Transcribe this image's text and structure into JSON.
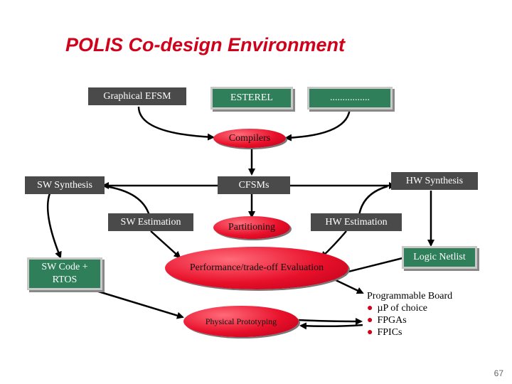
{
  "title": "POLIS Co-design Environment",
  "nodes": {
    "graphical_efsm": "Graphical EFSM",
    "esterel": "ESTEREL",
    "dots": "................",
    "compilers": "Compilers",
    "sw_synthesis": "SW Synthesis",
    "cfsms": "CFSMs",
    "hw_synthesis": "HW Synthesis",
    "sw_estimation": "SW Estimation",
    "partitioning": "Partitioning",
    "hw_estimation": "HW Estimation",
    "sw_code_line1": "SW Code +",
    "sw_code_line2": "RTOS",
    "logic_netlist": "Logic Netlist",
    "performance_eval": "Performance/trade-off Evaluation",
    "physical_prototyping": "Physical Prototyping"
  },
  "programmable_board": {
    "heading": "Programmable Board",
    "items": [
      "µP of choice",
      "FPGAs",
      "FPICs"
    ]
  },
  "page_number": "67",
  "colors": {
    "title": "#d0021b",
    "dark_box": "#4a4a4a",
    "green_box": "#2e7f5a",
    "ellipse": "#e8102a",
    "bullet": "#d0021b"
  }
}
